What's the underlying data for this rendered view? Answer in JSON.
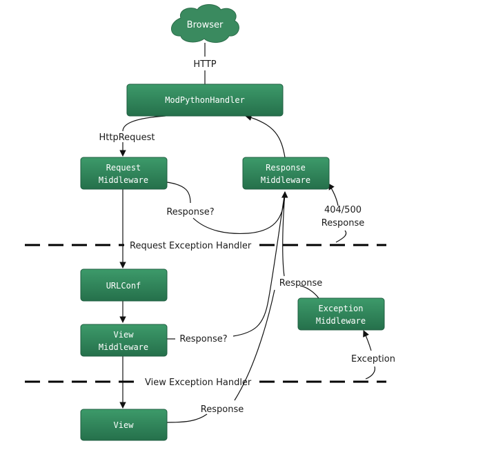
{
  "colors": {
    "node_fill": "#2e7d57",
    "node_stroke": "#1f5e40",
    "cloud_fill": "#3a8a5f",
    "edge": "#111111",
    "divider": "#000000"
  },
  "nodes": {
    "browser": "Browser",
    "handler": "ModPythonHandler",
    "request_mw": [
      "Request",
      "Middleware"
    ],
    "response_mw": [
      "Response",
      "Middleware"
    ],
    "urlconf": "URLConf",
    "view_mw": [
      "View",
      "Middleware"
    ],
    "exception_mw": [
      "Exception",
      "Middleware"
    ],
    "view": "View"
  },
  "edge_labels": {
    "http": "HTTP",
    "http_request": "HttpRequest",
    "response_q_request": "Response?",
    "status_404_500": [
      "404/500",
      "Response"
    ],
    "response_mid": "Response",
    "response_q_view": "Response?",
    "exception": "Exception",
    "response_view": "Response"
  },
  "dividers": {
    "request_exception_handler": "Request Exception Handler",
    "view_exception_handler": "View Exception Handler"
  }
}
